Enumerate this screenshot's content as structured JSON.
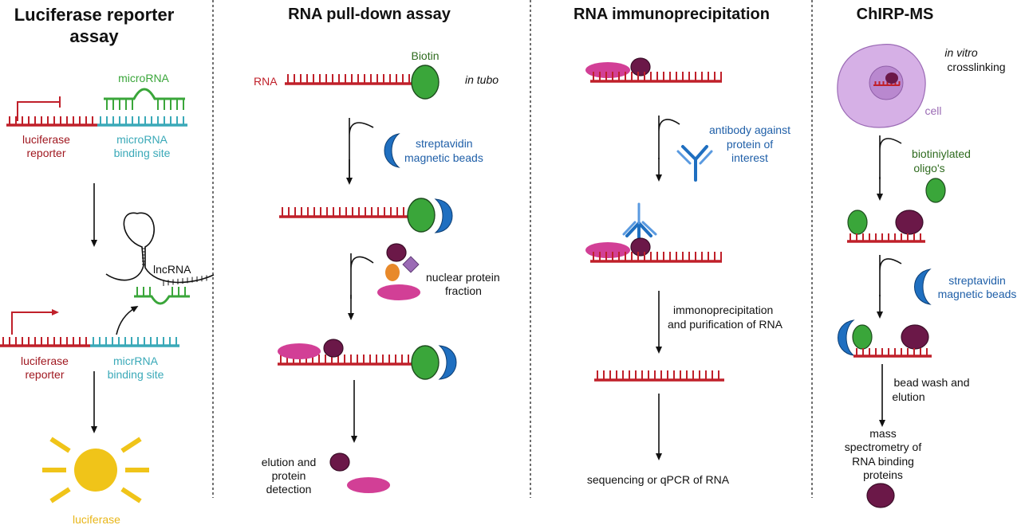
{
  "colors": {
    "rna": "#c0202a",
    "green": "#3aa63a",
    "teal": "#3aa9b8",
    "blue": "#1f6fc0",
    "magenta": "#d23f96",
    "purple": "#6b1848",
    "orange": "#e8892a",
    "violet": "#9b6bb5",
    "yellow": "#f0c419",
    "cell": "#c9a3d9",
    "dark_green": "#2f6b1f",
    "arrow": "#111111"
  },
  "panels": {
    "luciferase": {
      "title_line1": "Luciferase reporter",
      "title_line2": "assay",
      "microrna_label": "microRNA",
      "reporter_line1": "luciferase",
      "reporter_line2": "reporter",
      "binding_line1": "microRNA",
      "binding_line2": "binding site",
      "lncrna_label": "lncRNA",
      "reporter2_line1": "luciferase",
      "reporter2_line2": "reporter",
      "binding2_line1": "micrRNA",
      "binding2_line2": "binding site",
      "luciferase_label": "luciferase"
    },
    "pulldown": {
      "title": "RNA pull-down assay",
      "rna_label": "RNA",
      "biotin_label": "Biotin",
      "in_tubo": "in tubo",
      "beads_line1": "streptavidin",
      "beads_line2": "magnetic beads",
      "nuclear_line1": "nuclear protein",
      "nuclear_line2": "fraction",
      "elution_line1": "elution and",
      "elution_line2": "protein",
      "elution_line3": "detection"
    },
    "rip": {
      "title": "RNA immunoprecipitation",
      "antibody_line1": "antibody against",
      "antibody_line2": "protein of",
      "antibody_line3": "interest",
      "ip_line1": "immonoprecipitation",
      "ip_line2": "and purification of RNA",
      "seq_label": "sequencing or qPCR of RNA"
    },
    "chirp": {
      "title": "ChIRP-MS",
      "invitro_line1": "in vitro",
      "invitro_line2": "crosslinking",
      "cell_label": "cell",
      "oligo_line1": "biotiniylated",
      "oligo_line2": "oligo's",
      "beads_line1": "streptavidin",
      "beads_line2": "magnetic beads",
      "wash_line1": "bead wash and",
      "wash_line2": "elution",
      "ms_line1": "mass",
      "ms_line2": "spectrometry of",
      "ms_line3": "RNA binding",
      "ms_line4": "proteins"
    }
  }
}
